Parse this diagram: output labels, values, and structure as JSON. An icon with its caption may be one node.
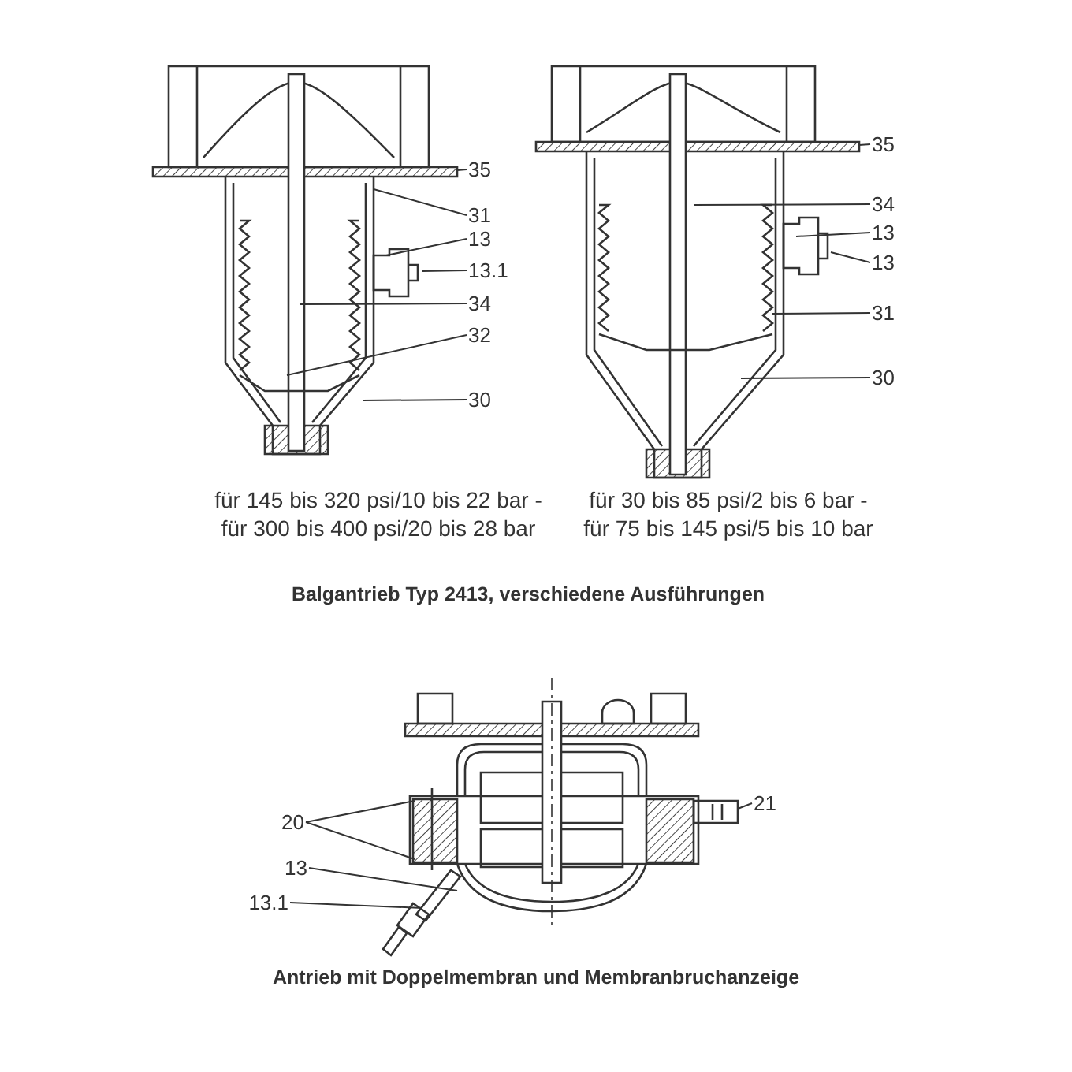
{
  "diagram": {
    "nodes": [
      {
        "text": [
          "35"
        ]
      },
      {
        "text": [
          "31"
        ]
      },
      {
        "text": [
          "13"
        ]
      },
      {
        "text": [
          "13.1"
        ]
      },
      {
        "text": [
          "34"
        ]
      },
      {
        "text": [
          "32"
        ]
      },
      {
        "text": [
          "30"
        ]
      },
      {
        "text": [
          "35"
        ]
      },
      {
        "text": [
          "34"
        ]
      },
      {
        "text": [
          "13"
        ]
      },
      {
        "text": [
          "13"
        ]
      },
      {
        "text": [
          "31"
        ]
      },
      {
        "text": [
          "30"
        ]
      },
      {
        "text": [
          "20"
        ]
      },
      {
        "text": [
          "13"
        ]
      },
      {
        "text": [
          "13.1"
        ]
      },
      {
        "text": [
          "21"
        ]
      },
      {
        "text": [],
        "shape": "picture"
      },
      {
        "text": [],
        "shape": "picture"
      },
      {
        "text": [],
        "shape": "picture"
      }
    ],
    "edges": [
      {
        "from": 0,
        "to": 17,
        "arrow": "none"
      },
      {
        "from": 1,
        "to": 17,
        "arrow": "none"
      },
      {
        "from": 2,
        "to": 17,
        "arrow": "none"
      },
      {
        "from": 3,
        "to": 17,
        "arrow": "none"
      },
      {
        "from": 4,
        "to": 17,
        "arrow": "none"
      },
      {
        "from": 5,
        "to": 17,
        "arrow": "none"
      },
      {
        "from": 6,
        "to": 17,
        "arrow": "none"
      },
      {
        "from": 7,
        "to": 18,
        "arrow": "none"
      },
      {
        "from": 8,
        "to": 18,
        "arrow": "none"
      },
      {
        "from": 9,
        "to": 18,
        "arrow": "none"
      },
      {
        "from": 10,
        "to": 18,
        "arrow": "none"
      },
      {
        "from": 11,
        "to": 18,
        "arrow": "none"
      },
      {
        "from": 12,
        "to": 18,
        "arrow": "none"
      },
      {
        "from": 13,
        "to": 19,
        "arrow": "none"
      },
      {
        "from": 13,
        "to": 19,
        "arrow": "none"
      },
      {
        "from": 14,
        "to": 19,
        "arrow": "none"
      },
      {
        "from": 15,
        "to": 19,
        "arrow": "none"
      },
      {
        "from": 16,
        "to": 19,
        "arrow": "none"
      }
    ],
    "labels": [
      "für 145 bis 320 psi/10 bis 22 bar -",
      "für 300 bis 400 psi/20 bis 28 bar",
      "für 30 bis 85 psi/2 bis 6 bar -",
      "für 75 bis 145 psi/5 bis 10 bar",
      "Balgantrieb Typ 2413, verschiedene Ausführungen",
      "Antrieb mit Doppelmembran und Membranbruchanzeige"
    ]
  }
}
